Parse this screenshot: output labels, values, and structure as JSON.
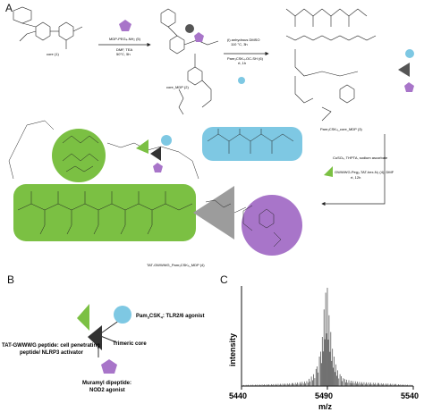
{
  "panels": {
    "a": "A",
    "b": "B",
    "c": "C"
  },
  "scheme": {
    "core_label": "core (1)",
    "mdp_peg_label": "MDP-PEG₄-NH₂ (5)",
    "step1_conditions": [
      "DMF, TEA",
      "50°C, 5h"
    ],
    "core_mdp_label": "core_MDP (2)",
    "step2_conditions": [
      "(i) anhydrous DMSO",
      "110 °C, 3h"
    ],
    "pam_reagent": "Pam₃CSK₄-OC-SH (6)",
    "step2_time": "rt, 1h",
    "pam_core_mdp_label": "Pam₃CSK₄_core_MDP (3)",
    "step3_conditions": [
      "CuSO₄, THPTA, sodium ascorbate"
    ],
    "step3_reagent": "GWWWG-Peg₅-TAT-hex-N₃ (4), DMF",
    "step3_time": "rt, 12h",
    "final_label": "TAT-GWWWG_Pam₃CSK₄_MDP (4)"
  },
  "legend": {
    "pam_label_prefix": "Pam",
    "pam_label_sub3": "3",
    "pam_label_mid": "CSK",
    "pam_label_sub4": "4",
    "pam_label_suffix": ": TLR2/6 agonist",
    "tat_label_line1": "TAT-GWWWG peptide: cell penetrating",
    "tat_label_line2": "peptide/ NLRP3 activator",
    "core_label": "Trimeric core",
    "mdp_label_line1": "Muramyl dipeptide:",
    "mdp_label_line2": "NOD2 agonist",
    "colors": {
      "pam": "#7ec8e3",
      "tat": "#7bc043",
      "core": "#8a8a8a",
      "mdp": "#a875c9"
    }
  },
  "spectrum": {
    "ylabel": "intensity",
    "xlabel": "m/z",
    "xticks": [
      "5440",
      "5490",
      "5540"
    ]
  },
  "chart_data": {
    "type": "line",
    "xlabel": "m/z",
    "ylabel": "intensity",
    "xlim": [
      5440,
      5540
    ],
    "x": [
      5440,
      5460,
      5470,
      5478,
      5482,
      5484,
      5486,
      5487,
      5488,
      5489,
      5490,
      5491,
      5492,
      5493,
      5494,
      5495,
      5496,
      5498,
      5500,
      5505,
      5510,
      5520,
      5530,
      5540
    ],
    "series": [
      {
        "values": [
          0.01,
          0.02,
          0.03,
          0.05,
          0.12,
          0.2,
          0.35,
          0.5,
          0.78,
          0.95,
          1.0,
          0.72,
          0.55,
          0.38,
          0.3,
          0.22,
          0.16,
          0.1,
          0.07,
          0.05,
          0.04,
          0.03,
          0.02,
          0.01
        ]
      }
    ]
  }
}
